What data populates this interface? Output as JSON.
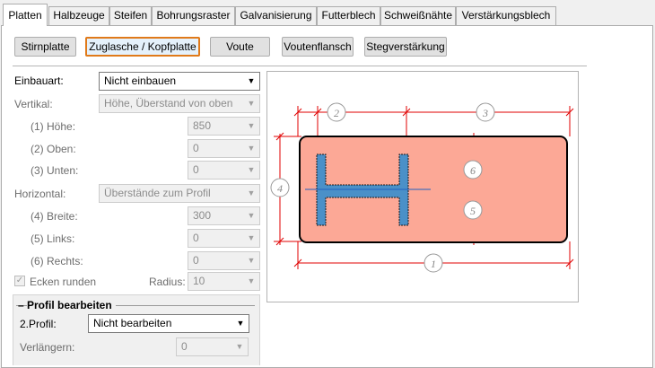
{
  "tabs": [
    "Platten",
    "Halbzeuge",
    "Steifen",
    "Bohrungsraster",
    "Galvanisierung",
    "Futterblech",
    "Schweißnähte",
    "Verstärkungsblech"
  ],
  "plate_types": [
    "Stirnplatte",
    "Zuglasche / Kopfplatte",
    "Voute",
    "Voutenflansch",
    "Stegverstärkung"
  ],
  "selected_plate_type": "Zuglasche / Kopfplatte",
  "form": {
    "einbauart": {
      "label": "Einbauart:",
      "value": "Nicht einbauen"
    },
    "vertikal": {
      "label": "Vertikal:",
      "value": "Höhe, Überstand von oben"
    },
    "hoehe": {
      "label": "(1) Höhe:",
      "value": "850"
    },
    "oben": {
      "label": "(2) Oben:",
      "value": "0"
    },
    "unten": {
      "label": "(3) Unten:",
      "value": "0"
    },
    "horizontal": {
      "label": "Horizontal:",
      "value": "Überstände zum Profil"
    },
    "breite": {
      "label": "(4) Breite:",
      "value": "300"
    },
    "links": {
      "label": "(5) Links:",
      "value": "0"
    },
    "rechts": {
      "label": "(6) Rechts:",
      "value": "0"
    },
    "ecken_runden": {
      "label": "Ecken runden",
      "checked": true
    },
    "radius": {
      "label": "Radius:",
      "value": "10"
    }
  },
  "profil_group": {
    "title": "Profil bearbeiten",
    "profil2": {
      "label": "2.Profil:",
      "value": "Nicht bearbeiten"
    },
    "verlaengern": {
      "label": "Verlängern:",
      "value": "0"
    }
  },
  "diagram": {
    "markers": [
      "1",
      "2",
      "3",
      "4",
      "5",
      "6"
    ],
    "plate_color": "#fca896",
    "dim_color": "#e00000",
    "profile_color": "#4a90c8"
  },
  "colors": {
    "accent": "#e07a1a"
  }
}
